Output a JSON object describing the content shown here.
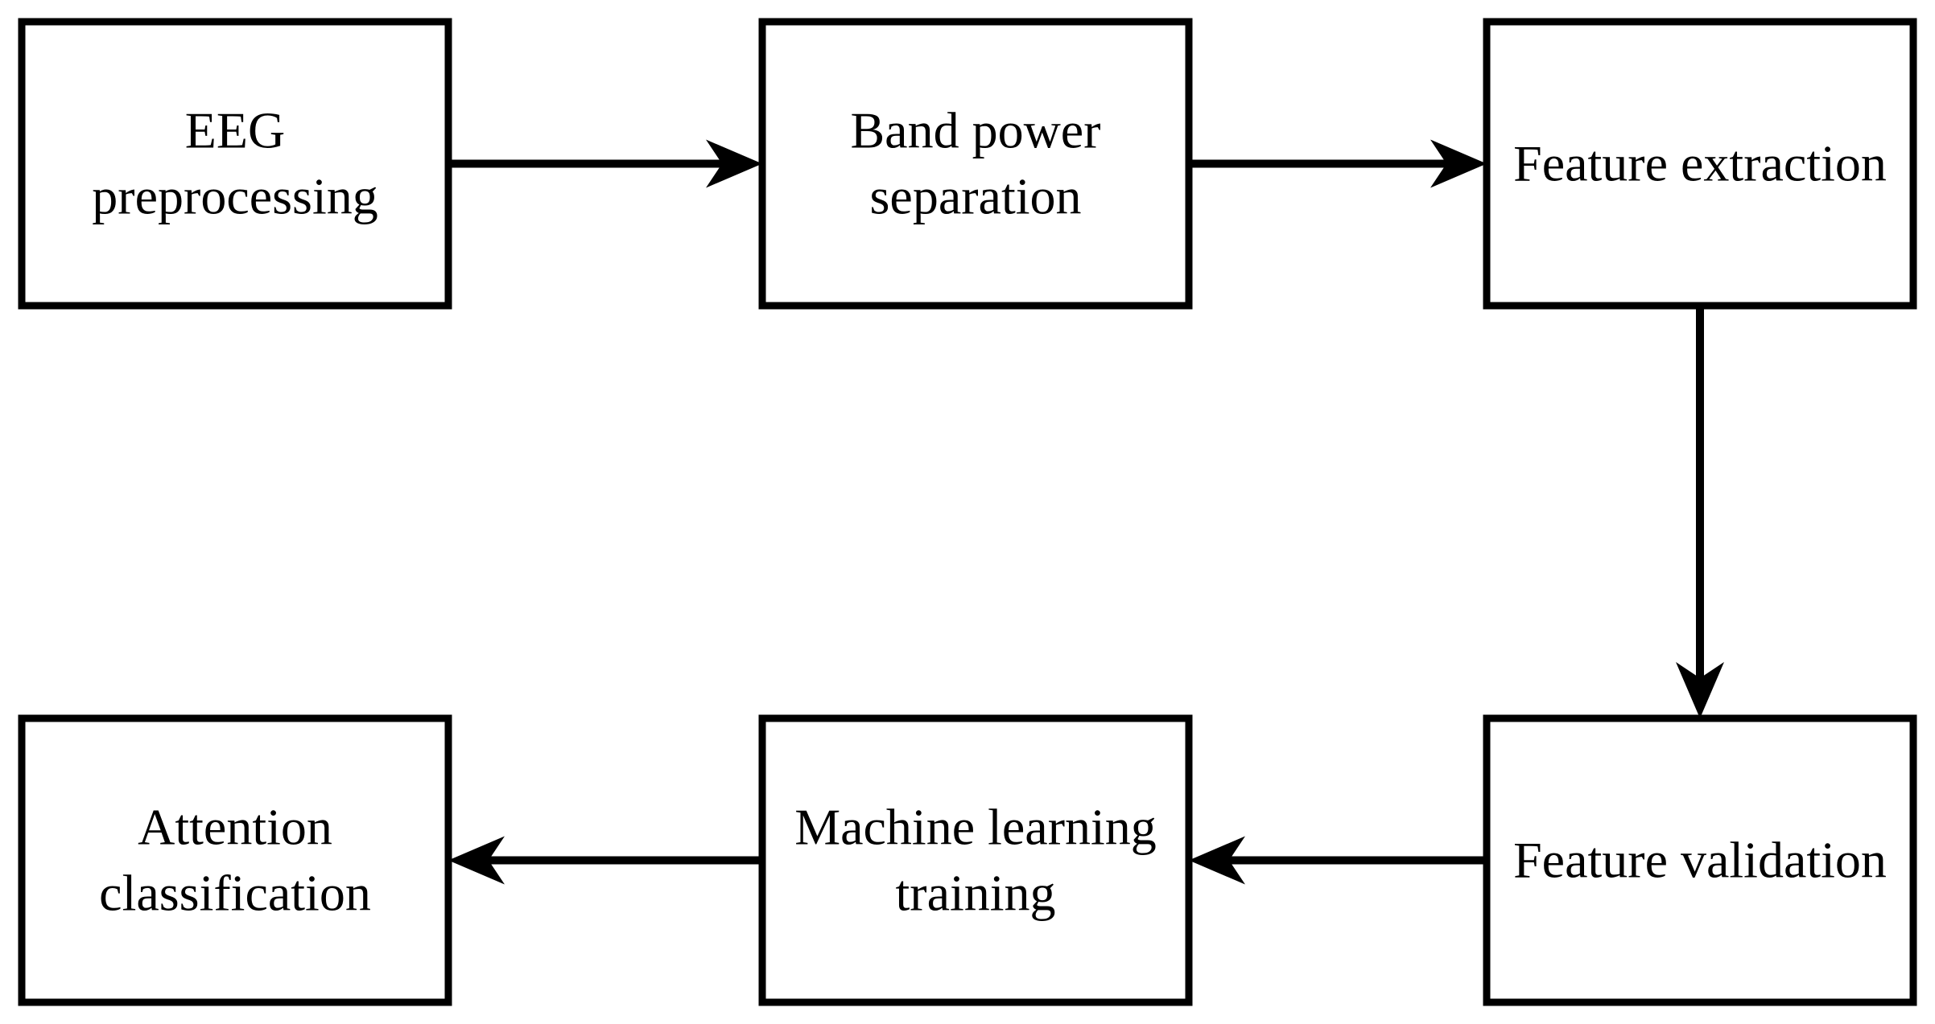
{
  "nodes": [
    {
      "id": "eeg-preprocessing",
      "lines": [
        "EEG",
        "preprocessing"
      ]
    },
    {
      "id": "band-power-separation",
      "lines": [
        "Band power",
        "separation"
      ]
    },
    {
      "id": "feature-extraction",
      "lines": [
        "Feature extraction"
      ]
    },
    {
      "id": "feature-validation",
      "lines": [
        "Feature validation"
      ]
    },
    {
      "id": "machine-learning-training",
      "lines": [
        "Machine learning",
        "training"
      ]
    },
    {
      "id": "attention-classification",
      "lines": [
        "Attention",
        "classification"
      ]
    }
  ],
  "edges": [
    {
      "from": "eeg-preprocessing",
      "to": "band-power-separation"
    },
    {
      "from": "band-power-separation",
      "to": "feature-extraction"
    },
    {
      "from": "feature-extraction",
      "to": "feature-validation"
    },
    {
      "from": "feature-validation",
      "to": "machine-learning-training"
    },
    {
      "from": "machine-learning-training",
      "to": "attention-classification"
    }
  ],
  "colors": {
    "stroke": "#000000",
    "fill": "#ffffff",
    "text": "#000000"
  }
}
